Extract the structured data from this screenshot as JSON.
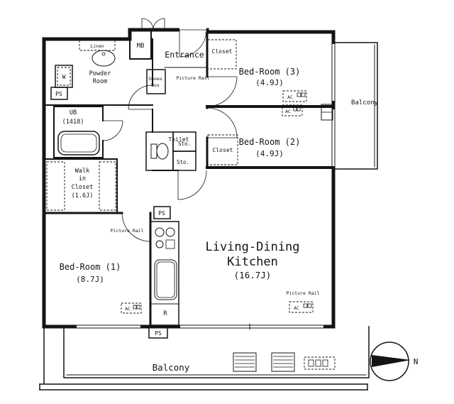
{
  "title": "apartment-floor-plan",
  "colors": {
    "ink": "#141414",
    "background": "#ffffff"
  },
  "rooms": {
    "entrance": {
      "label": "Entrance"
    },
    "bedroom3": {
      "label": "Bed-Room (3)",
      "area": "(4.9J)"
    },
    "bedroom2": {
      "label": "Bed-Room (2)",
      "area": "(4.9J)"
    },
    "bedroom1": {
      "label": "Bed-Room (1)",
      "area": "(8.7J)"
    },
    "ldk": {
      "label_line1": "Living-Dining",
      "label_line2": "Kitchen",
      "area": "(16.7J)"
    },
    "balcony_right": {
      "label": "Balcony"
    },
    "balcony_bottom": {
      "label": "Balcony"
    },
    "powder_room": {
      "label_line1": "Powder",
      "label_line2": "Room"
    },
    "unit_bath": {
      "label": "UB",
      "size": "(1418)"
    },
    "walk_in_closet": {
      "label_line1": "Walk",
      "label_line2": "in",
      "label_line3": "Closet",
      "area": "(1.6J)"
    },
    "toilet": {
      "label": "Toilet"
    }
  },
  "fixtures": {
    "meter_box": "MB",
    "washing_machine": "W",
    "linen": "Linen",
    "pipe_space": "PS",
    "storage": "Sto.",
    "shoes_box_line1": "Shoes",
    "shoes_box_line2": "Box",
    "closet": "Closet",
    "picture_rail": "Picture Rail",
    "air_conditioner": "AC",
    "refrigerator": "R"
  },
  "compass": {
    "north": "N"
  }
}
